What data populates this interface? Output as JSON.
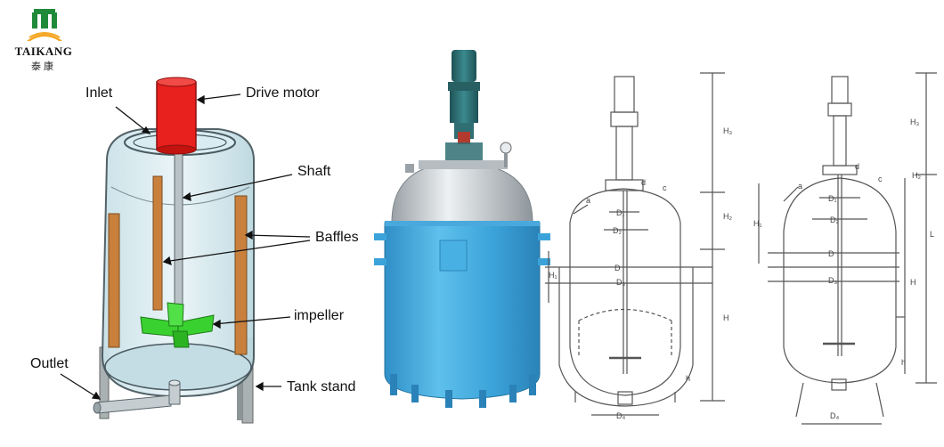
{
  "logo": {
    "brand": "TAIKANG",
    "brand_cn": "泰康",
    "colors": {
      "green": "#1f8a3a",
      "orange": "#f5a623"
    }
  },
  "diagram": {
    "labels": {
      "inlet": "Inlet",
      "drive_motor": "Drive motor",
      "shaft": "Shaft",
      "baffles": "Baffles",
      "impeller": "impeller",
      "outlet": "Outlet",
      "tank_stand": "Tank stand"
    },
    "colors": {
      "motor": "#e8201e",
      "impeller": "#39d12f",
      "baffle": "#c9803d",
      "vessel_photo": "#3ba3d9",
      "head_photo": "#cfd3d6",
      "motor_photo": "#2f6f73",
      "line_drawing": "#555555"
    },
    "drawing1_marks": [
      "a",
      "d",
      "c",
      "H₃",
      "H₂",
      "H₁",
      "H",
      "h",
      "D₁",
      "D₂",
      "D",
      "D₃",
      "D₄"
    ],
    "drawing2_marks": [
      "a",
      "d",
      "c",
      "H₃",
      "H₂",
      "H₁",
      "H",
      "L",
      "h",
      "D₁",
      "D₂",
      "D",
      "D₃",
      "D₄"
    ]
  }
}
